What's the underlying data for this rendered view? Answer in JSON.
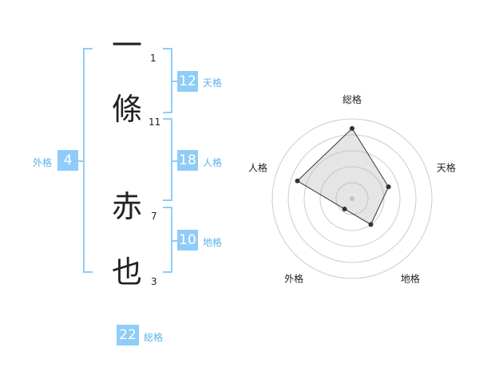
{
  "name": {
    "chars": [
      {
        "char": "一",
        "strokes": "1"
      },
      {
        "char": "條",
        "strokes": "11"
      },
      {
        "char": "赤",
        "strokes": "7"
      },
      {
        "char": "也",
        "strokes": "3"
      }
    ]
  },
  "fortune": {
    "tenkaku": {
      "label": "天格",
      "value": "12"
    },
    "jinkaku": {
      "label": "人格",
      "value": "18"
    },
    "chikaku": {
      "label": "地格",
      "value": "10"
    },
    "gaikaku": {
      "label": "外格",
      "value": "4"
    },
    "soukaku": {
      "label": "総格",
      "value": "22"
    }
  },
  "colors": {
    "accent": "#8fccf7",
    "accent_text": "#5bb2ea"
  },
  "chart_data": {
    "type": "radar",
    "axes": [
      "総格",
      "天格",
      "地格",
      "外格",
      "人格"
    ],
    "values": [
      22,
      12,
      10,
      4,
      18
    ]
  }
}
